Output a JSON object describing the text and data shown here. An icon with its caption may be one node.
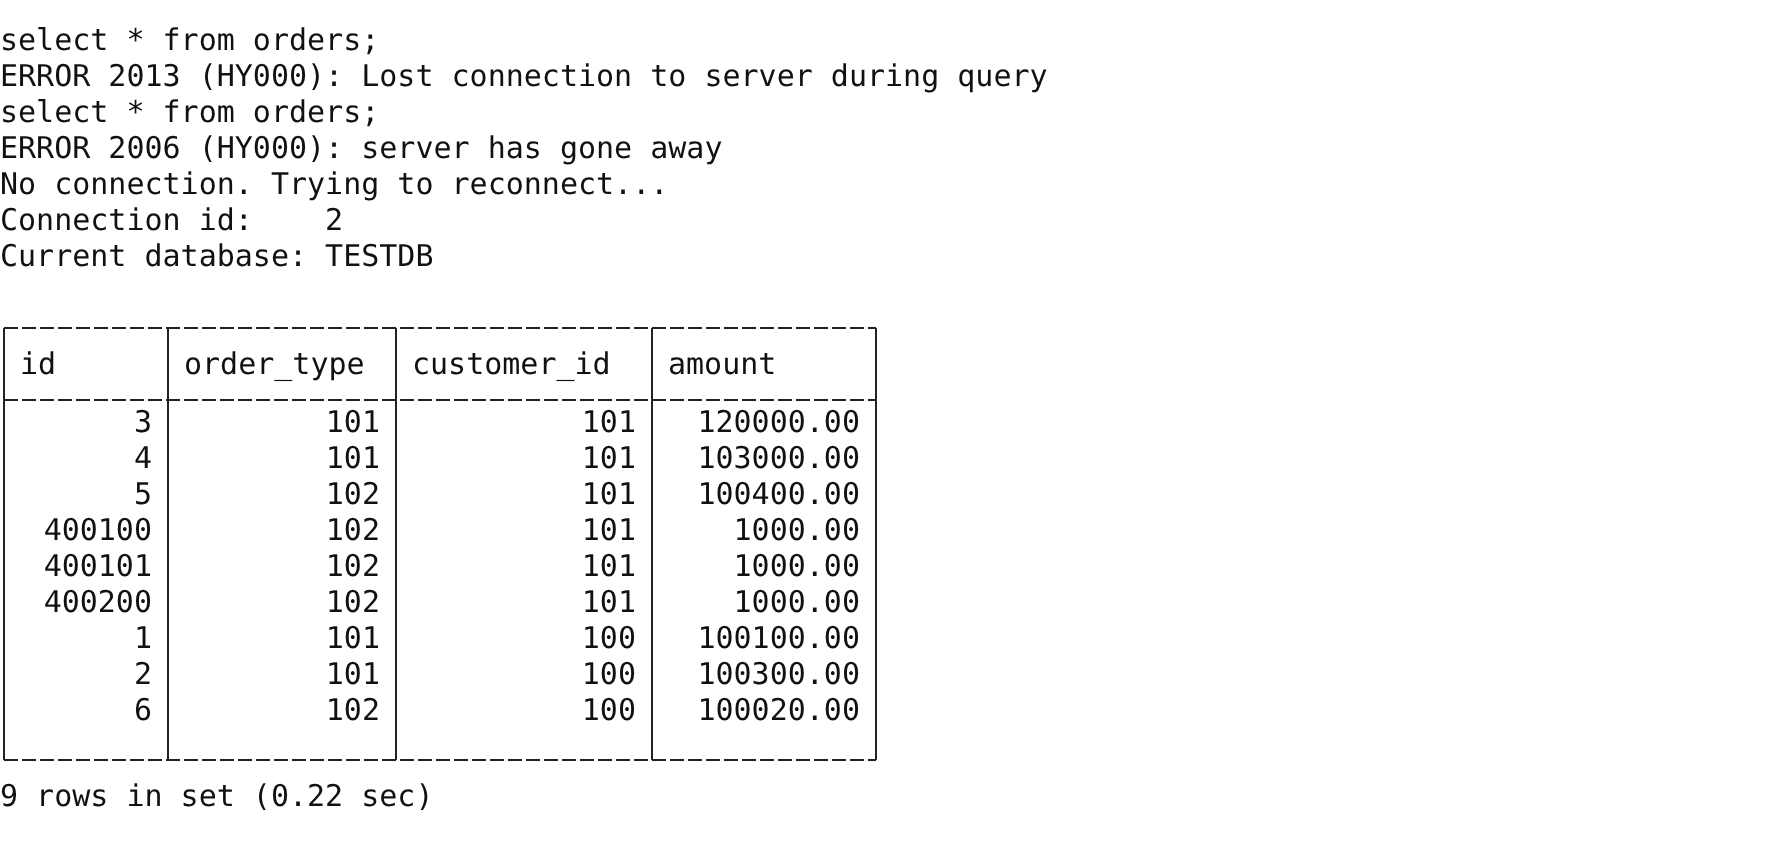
{
  "diagram": {
    "labels": [
      "select * from orders;",
      "ERROR 2013 (HY000): Lost connection to server during query",
      "select * from orders;",
      "ERROR 2006 (HY000): server has gone away",
      "No connection. Trying to reconnect...",
      "Connection id:    2",
      "Current database: TESTDB",
      "id",
      "order_type",
      "customer_id",
      "amount",
      "3",
      "101",
      "101",
      "120000.00",
      "4",
      "101",
      "101",
      "103000.00",
      "5",
      "102",
      "101",
      "100400.00",
      "400100",
      "102",
      "101",
      "1000.00",
      "400101",
      "102",
      "101",
      "1000.00",
      "400200",
      "102",
      "101",
      "1000.00",
      "1",
      "101",
      "100",
      "100100.00",
      "2",
      "101",
      "100",
      "100300.00",
      "6",
      "102",
      "100",
      "100020.00",
      "9 rows in set (0.22 sec)"
    ]
  }
}
